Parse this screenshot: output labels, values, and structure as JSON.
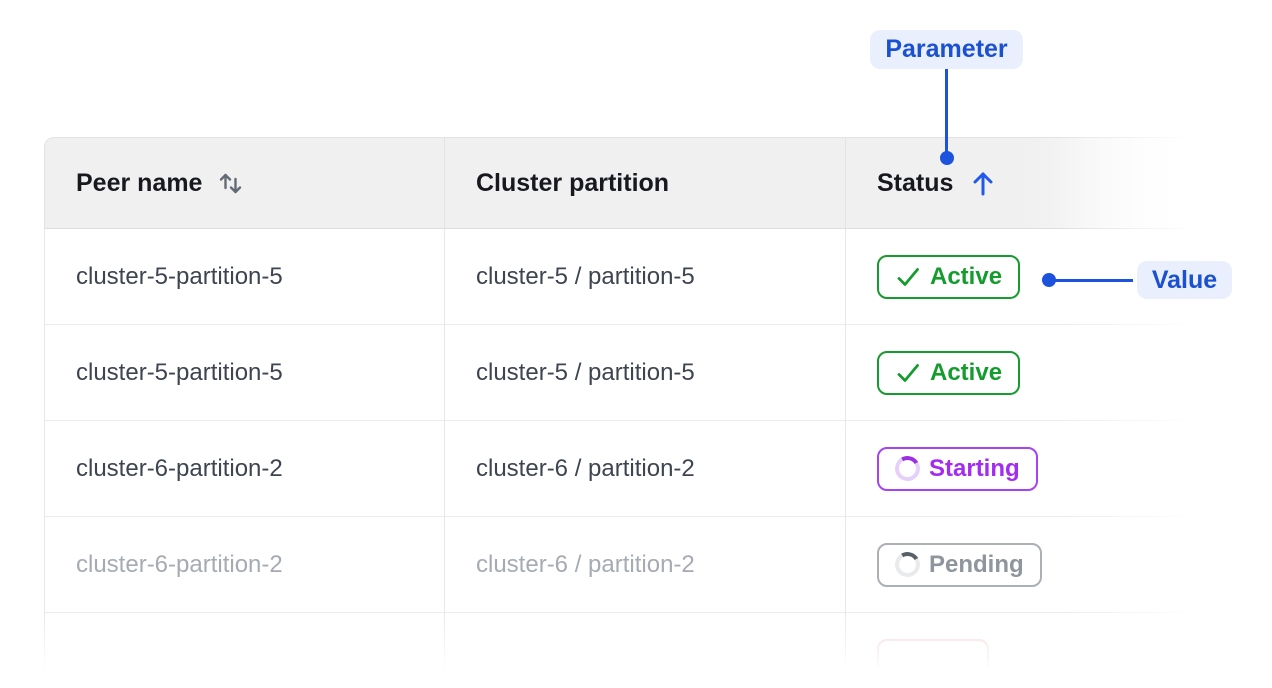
{
  "page": {
    "background": "#ffffff"
  },
  "annotations": {
    "parameter_label": "Parameter",
    "value_label": "Value",
    "accent_color": "#1d53dc",
    "callout_bg": "#e9effc"
  },
  "table": {
    "columns": [
      {
        "label": "Peer name",
        "sort": "both",
        "sort_icon": "sort-both-icon"
      },
      {
        "label": "Cluster partition",
        "sort": "none"
      },
      {
        "label": "Status",
        "sort": "asc",
        "sort_icon": "arrow-up-icon",
        "sort_active": true
      }
    ],
    "rows": [
      {
        "peer_name": "cluster-5-partition-5",
        "cluster_partition": "cluster-5 / partition-5",
        "status": "Active",
        "status_state": "active",
        "status_icon": "check-icon",
        "dimmed": false
      },
      {
        "peer_name": "cluster-5-partition-5",
        "cluster_partition": "cluster-5 / partition-5",
        "status": "Active",
        "status_state": "active",
        "status_icon": "check-icon",
        "dimmed": false
      },
      {
        "peer_name": "cluster-6-partition-2",
        "cluster_partition": "cluster-6 / partition-2",
        "status": "Starting",
        "status_state": "starting",
        "status_icon": "spinner-icon",
        "dimmed": false
      },
      {
        "peer_name": "cluster-6-partition-2",
        "cluster_partition": "cluster-6 / partition-2",
        "status": "Pending",
        "status_state": "pending",
        "status_icon": "spinner-icon",
        "dimmed": true
      },
      {
        "peer_name": "",
        "cluster_partition": "",
        "status": "",
        "status_state": "error",
        "partial": true
      }
    ],
    "status_colors": {
      "active": "#169b2e",
      "starting": "#a32cf0",
      "pending": "#8f959d",
      "error_faded": "#f2b9b9",
      "header_bg": "#f0f0f1"
    }
  }
}
